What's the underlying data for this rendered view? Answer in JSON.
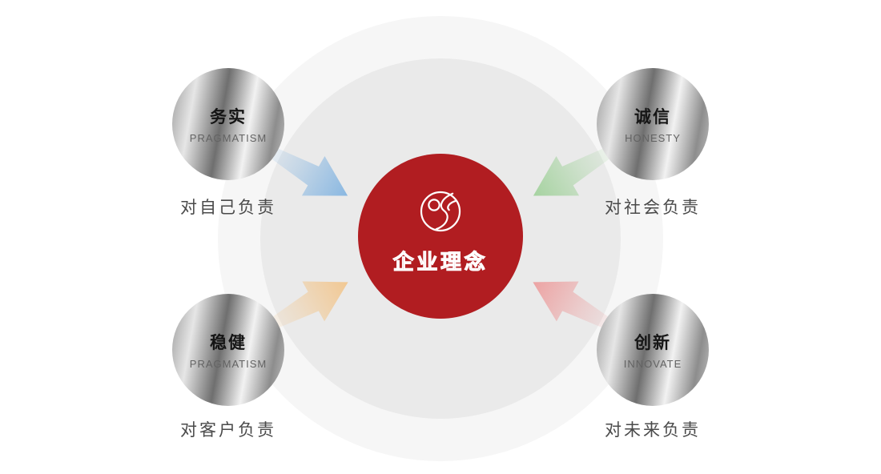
{
  "center": {
    "label": "企业理念",
    "logo": "s-curve-emblem",
    "color": "#b11d21"
  },
  "nodes": [
    {
      "position": "top-left",
      "cn": "务实",
      "en": "PRAGMATISM",
      "caption": "对自己负责",
      "arrow_color": "#7fb2e0",
      "arrow_direction": "to-center-down-right"
    },
    {
      "position": "top-right",
      "cn": "诚信",
      "en": "HONESTY",
      "caption": "对社会负责",
      "arrow_color": "#9ed098",
      "arrow_direction": "to-center-down-left"
    },
    {
      "position": "bottom-left",
      "cn": "稳健",
      "en": "PRAGMATISM",
      "caption": "对客户负责",
      "arrow_color": "#f2c489",
      "arrow_direction": "to-center-up-right"
    },
    {
      "position": "bottom-right",
      "cn": "创新",
      "en": "INNOVATE",
      "caption": "对未来负责",
      "arrow_color": "#ec9b9b",
      "arrow_direction": "to-center-up-left"
    }
  ]
}
